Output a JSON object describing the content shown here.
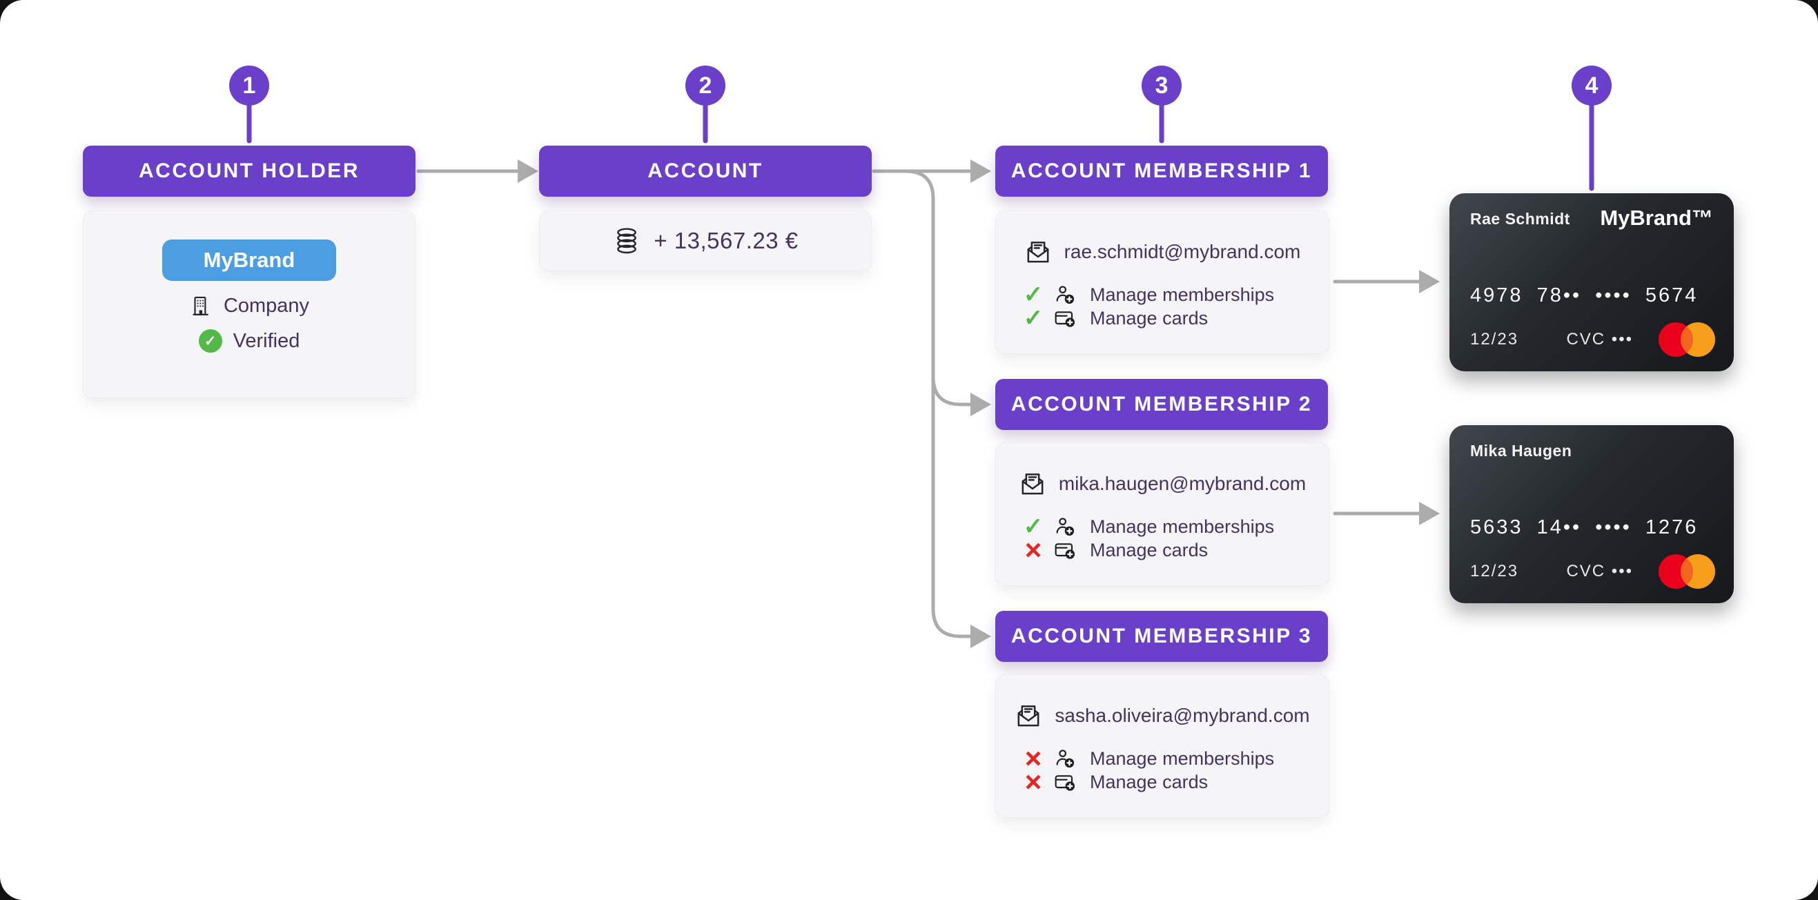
{
  "steps": [
    "1",
    "2",
    "3",
    "4"
  ],
  "account_holder": {
    "header": "ACCOUNT HOLDER",
    "brand_chip": "MyBrand",
    "entity_type": "Company",
    "status": "Verified"
  },
  "account": {
    "header": "ACCOUNT",
    "balance": "+ 13,567.23 €"
  },
  "memberships": [
    {
      "header": "ACCOUNT MEMBERSHIP 1",
      "email": "rae.schmidt@mybrand.com",
      "permissions": [
        {
          "label": "Manage memberships",
          "status_icon": "check-icon"
        },
        {
          "label": "Manage cards",
          "status_icon": "check-icon"
        }
      ]
    },
    {
      "header": "ACCOUNT MEMBERSHIP 2",
      "email": "mika.haugen@mybrand.com",
      "permissions": [
        {
          "label": "Manage memberships",
          "status_icon": "check-icon"
        },
        {
          "label": "Manage cards",
          "status_icon": "x-icon"
        }
      ]
    },
    {
      "header": "ACCOUNT MEMBERSHIP 3",
      "email": "sasha.oliveira@mybrand.com",
      "permissions": [
        {
          "label": "Manage memberships",
          "status_icon": "x-icon"
        },
        {
          "label": "Manage cards",
          "status_icon": "x-icon"
        }
      ]
    }
  ],
  "cards": [
    {
      "holder": "Rae Schmidt",
      "brand": "MyBrand™",
      "number": "4978 78•• •••• 5674",
      "expiry": "12/23",
      "cvc": "CVC •••"
    },
    {
      "holder": "Mika Haugen",
      "brand": "",
      "number": "5633 14•• •••• 1276",
      "expiry": "12/23",
      "cvc": "CVC •••"
    }
  ],
  "icons": {
    "building-icon": "company-building",
    "verified-check-icon": "✓",
    "coins-icon": "coin-stack",
    "mail-icon": "open-envelope-letter",
    "user-add-icon": "person-plus",
    "card-add-icon": "card-plus",
    "check-icon": "✓",
    "x-icon": "×",
    "mastercard-logo": "overlapping-red-orange-circles",
    "arrow-icon": "gray-connector-arrow"
  },
  "colors": {
    "purple": "#6A3FC9",
    "blue_chip": "#4B9EE2",
    "green": "#52B947",
    "red": "#E6251F",
    "connector_gray": "#ACACAC",
    "text_dark": "#43345E",
    "panel_bg": "#F5F5F7",
    "credit_card_dark": "#17191C",
    "mastercard_red": "#EB001B",
    "mastercard_orange": "#F79E1B",
    "mastercard_overlap": "#F4641E"
  }
}
